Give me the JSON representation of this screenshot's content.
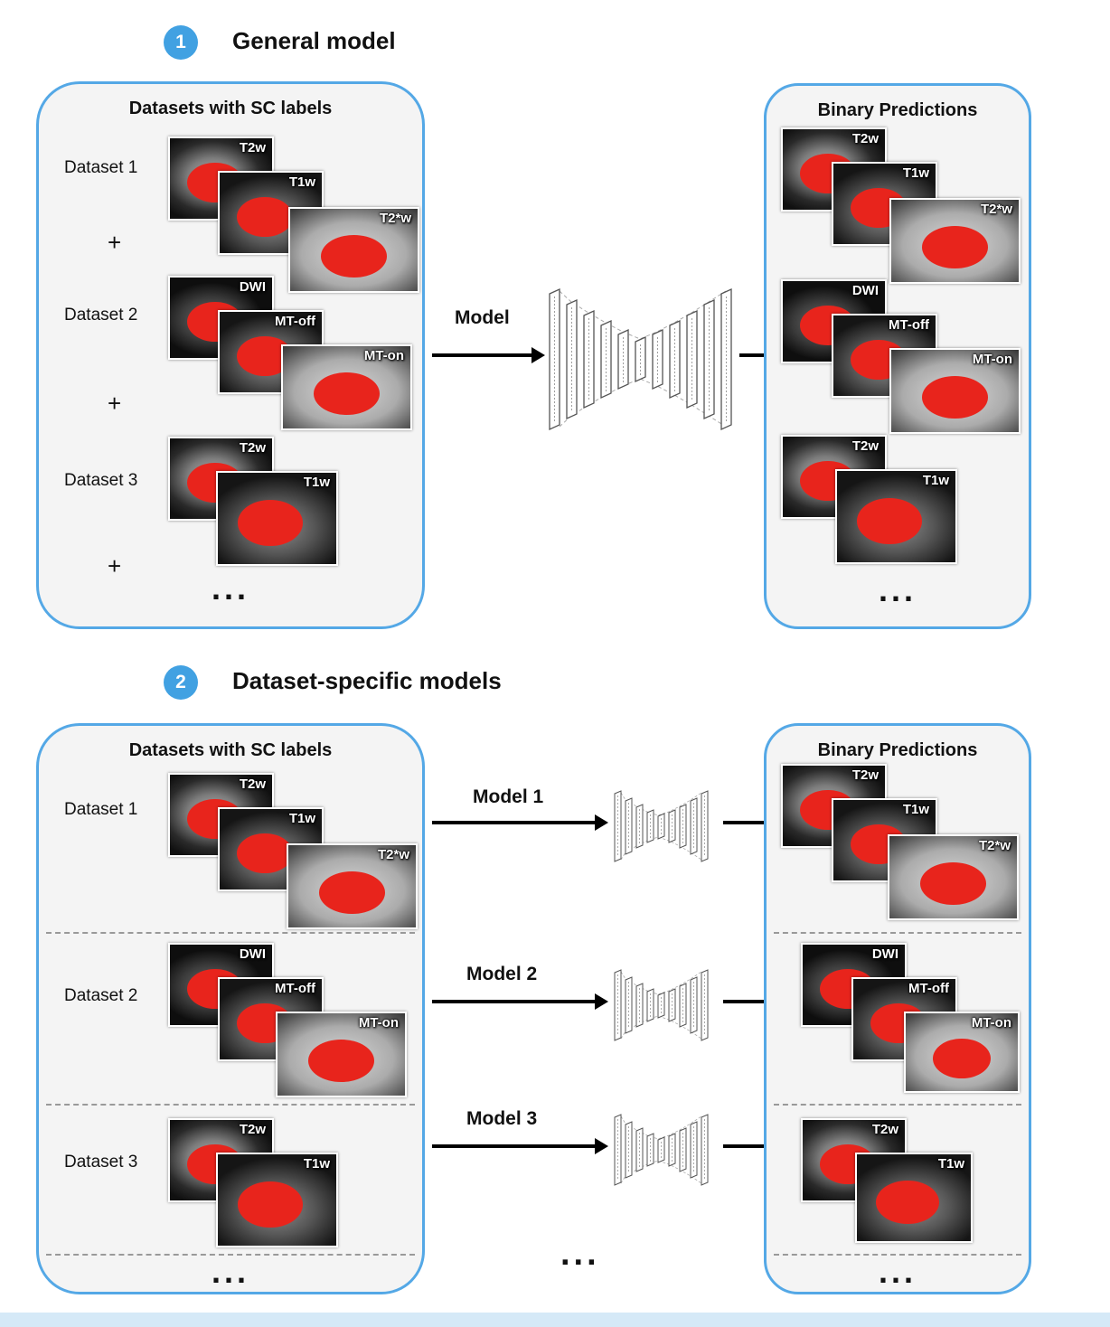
{
  "colors": {
    "panel_border": "#54a8e6",
    "badge_bg": "#41a1e2",
    "segmentation_red": "#e8241c"
  },
  "section1": {
    "badge": "1",
    "title": "General model",
    "model_label": "Model",
    "left": {
      "header": "Datasets with SC labels",
      "plus": "+",
      "ellipsis": "...",
      "datasets": [
        {
          "name": "Dataset 1",
          "images": [
            "T2w",
            "T1w",
            "T2*w"
          ]
        },
        {
          "name": "Dataset 2",
          "images": [
            "DWI",
            "MT-off",
            "MT-on"
          ]
        },
        {
          "name": "Dataset 3",
          "images": [
            "T2w",
            "T1w"
          ]
        }
      ]
    },
    "right": {
      "header": "Binary Predictions",
      "ellipsis": "...",
      "groups": [
        {
          "images": [
            "T2w",
            "T1w",
            "T2*w"
          ]
        },
        {
          "images": [
            "DWI",
            "MT-off",
            "MT-on"
          ]
        },
        {
          "images": [
            "T2w",
            "T1w"
          ]
        }
      ]
    }
  },
  "section2": {
    "badge": "2",
    "title": "Dataset-specific models",
    "models": [
      "Model 1",
      "Model 2",
      "Model 3"
    ],
    "middle_ellipsis": "...",
    "left": {
      "header": "Datasets with SC labels",
      "ellipsis": "...",
      "datasets": [
        {
          "name": "Dataset 1",
          "images": [
            "T2w",
            "T1w",
            "T2*w"
          ]
        },
        {
          "name": "Dataset 2",
          "images": [
            "DWI",
            "MT-off",
            "MT-on"
          ]
        },
        {
          "name": "Dataset 3",
          "images": [
            "T2w",
            "T1w"
          ]
        }
      ]
    },
    "right": {
      "header": "Binary Predictions",
      "ellipsis": "...",
      "groups": [
        {
          "images": [
            "T2w",
            "T1w",
            "T2*w"
          ]
        },
        {
          "images": [
            "DWI",
            "MT-off",
            "MT-on"
          ]
        },
        {
          "images": [
            "T2w",
            "T1w"
          ]
        }
      ]
    }
  }
}
